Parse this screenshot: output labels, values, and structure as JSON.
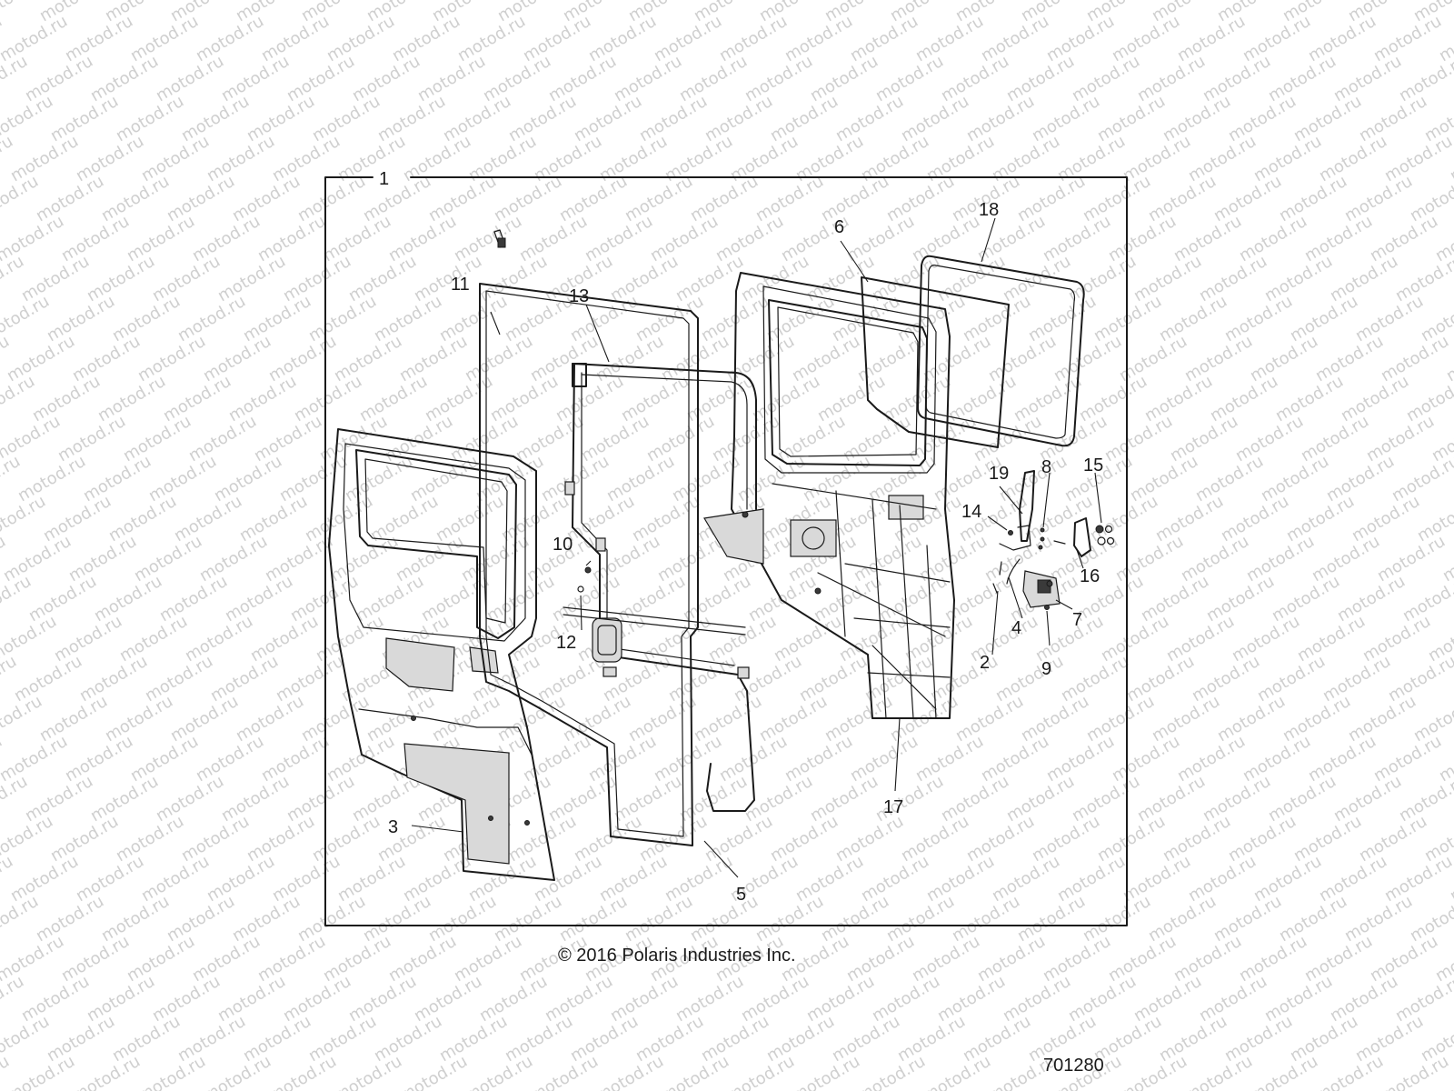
{
  "watermark": {
    "text": "motod.ru",
    "color": "#cfcfcf"
  },
  "callouts": [
    {
      "id": "1",
      "label": "1"
    },
    {
      "id": "2",
      "label": "2"
    },
    {
      "id": "3",
      "label": "3"
    },
    {
      "id": "4",
      "label": "4"
    },
    {
      "id": "5",
      "label": "5"
    },
    {
      "id": "6",
      "label": "6"
    },
    {
      "id": "7",
      "label": "7"
    },
    {
      "id": "8",
      "label": "8"
    },
    {
      "id": "9",
      "label": "9"
    },
    {
      "id": "10",
      "label": "10"
    },
    {
      "id": "11",
      "label": "11"
    },
    {
      "id": "12",
      "label": "12"
    },
    {
      "id": "13",
      "label": "13"
    },
    {
      "id": "14",
      "label": "14"
    },
    {
      "id": "15",
      "label": "15"
    },
    {
      "id": "16",
      "label": "16"
    },
    {
      "id": "17",
      "label": "17"
    },
    {
      "id": "18",
      "label": "18"
    },
    {
      "id": "19",
      "label": "19"
    }
  ],
  "footer": {
    "copyright": "© 2016 Polaris Industries Inc.",
    "drawing_number": "701280"
  },
  "colors": {
    "line": "#1a1a1a",
    "shade": "#d9d9d9",
    "background": "#ffffff"
  }
}
